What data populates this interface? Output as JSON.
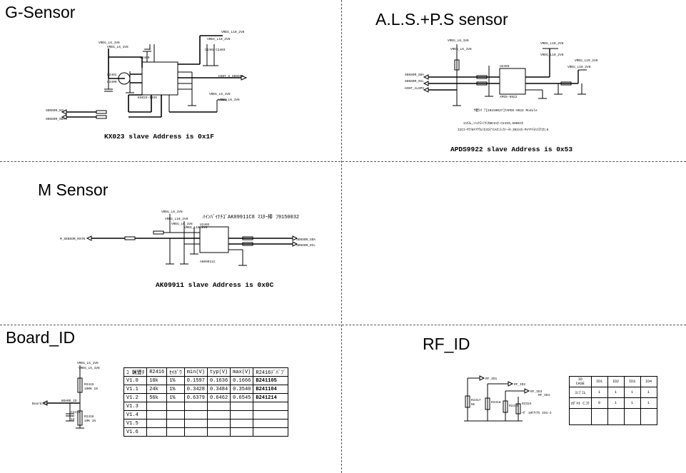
{
  "sections": {
    "g_sensor": {
      "title": "G-Sensor",
      "caption": "KX023 slave Address is 0x1F",
      "labels": {
        "vreg_top": "VREG_L6_1V8",
        "vreg_top_net": "VREG_L6_1V8",
        "vreg_right": "VREG_L10_2V8",
        "vreg_right_net": "VREG_L10_2V8",
        "vreg_mid": "VREG_L6_1V8",
        "vreg_mid_net": "VREG_L6_1V8",
        "int_out": "HINT_G_SENSOR",
        "scl_in": "SENSOR_SCL",
        "sda_in": "SENSOR_SDA",
        "chip_ref": "U2400",
        "chip_part": "KX023-1025",
        "cap1": "C2402",
        "cap2": "C2403",
        "cap3": "C2401",
        "cap4": "C2400"
      }
    },
    "als_ps": {
      "title": "A.L.S.+P.S sensor",
      "caption": "APDS9922 slave Address is 0x53",
      "labels": {
        "vreg_left": "VREG_L6_1V8",
        "vreg_left2": "VREG_L6_1V8",
        "vreg_right": "VREG_L10_2V8",
        "vreg_right_net": "VREG_L10_2V8",
        "vreg_far": "VREG_L10_2V8",
        "vreg_far_net": "VREG_L10_2V8",
        "sda": "SENSOR_SDA",
        "scl": "SENSOR_SCL",
        "int": "HINT_ALSPS",
        "chip_ref": "U2403",
        "chip_part": "APDS-9922",
        "note1": "ｻ聽ｼｸ ｱ[20150027]ｹAPDS-9922 Module",
        "note2": "ﾕｺﾈｽﾑ,ﾆﾊｪｾｽﾄﾐｳﾐﾈDEIAｶ-C2410,600Kｴｶ",
        "note3": "I2Cｴ~ｳｳﾘ8ｷ7ｻﾜﾑｿI3ｴﾖ*CAｵﾆｽｨｶｧ~ﾖﾍ;DEIAｶ-PV7ｷﾘﾖﾊﾌｽﾃｴｶ;6"
      }
    },
    "m_sensor": {
      "title": "M Sensor",
      "caption": "AK09911 slave Address is 0x0C",
      "labels": {
        "vreg_a": "VREG_L6_1V8",
        "vreg_b": "VREG_L10_2V8",
        "vreg_c": "VREG_L6_1V8",
        "vreg_d": "VREG_L10_2V8",
        "header_note": "ﾊｲﾝﾊﾞｲﾅﾁｺﾞAK09911C8 ﾏｽﾀｰ棒 ﾌ9150032",
        "rst": "M_SENSOR_RSTN",
        "sda": "SENSOR_SDA",
        "scl": "SENSOR_SCL",
        "chip_ref": "U2402",
        "chip_part": "AK09911C"
      }
    },
    "board_id": {
      "title": "Board_ID",
      "labels": {
        "vreg": "VREG_L5_1V8",
        "vreg2": "VREG_L5_1V8",
        "net": "Board_ID",
        "net2": "BOARD_ID",
        "r_top": "R2415",
        "r_top_val": "100K 1%",
        "r_bot": "R2416",
        "r_bot_val": "10K 1%",
        "cap": "C2412",
        "cap_val": "1U"
      },
      "table": {
        "header": [
          "ｺ 蝋豐ﾀ",
          "R2416",
          "ｾｲﾎﾞｳ",
          "min(V)",
          "typ(V)",
          "max(V)",
          "R2416ﾃﾞﾊﾞﾌﾞ"
        ],
        "rows": [
          [
            "V1.0",
            "10k",
            "1%",
            "0.1597",
            "0.1636",
            "0.1666",
            "B241105"
          ],
          [
            "V1.1",
            "24k",
            "1%",
            "0.3428",
            "0.3484",
            "0.3540",
            "B241104"
          ],
          [
            "V1.2",
            "56k",
            "1%",
            "0.6379",
            "0.6462",
            "0.6545",
            "B241214"
          ],
          [
            "V1.3",
            "",
            "",
            "",
            "",
            "",
            ""
          ],
          [
            "V1.4",
            "",
            "",
            "",
            "",
            "",
            ""
          ],
          [
            "V1.5",
            "",
            "",
            "",
            "",
            "",
            ""
          ],
          [
            "V1.6",
            "",
            "",
            "",
            "",
            "",
            ""
          ]
        ]
      }
    },
    "rf_id": {
      "title": "RF_ID",
      "labels": {
        "id1": "RF_ID1",
        "id2": "RF_ID2",
        "id3": "RF_ID3",
        "id4": "RF_ID4",
        "r1": "R2317",
        "r2": "R2318",
        "r3": "R2319",
        "r4": "R2324",
        "nc": "NC",
        "note": "~ﾀﾞ 10ﾘｻｲｸﾙ ID1-4"
      },
      "table": {
        "header": [
          "ID\nCASE",
          "ID1",
          "ID2",
          "ID3",
          "ID4"
        ],
        "rows": [
          [
            "ﾖﾝｺﾞｴﾑ",
            "1",
            "1",
            "1",
            "1"
          ],
          [
            "ｶﾀﾞｷｵ Ｃｺｳ",
            "0",
            "1",
            "1",
            "1"
          ],
          [
            "",
            "",
            "",
            "",
            ""
          ]
        ]
      }
    }
  }
}
